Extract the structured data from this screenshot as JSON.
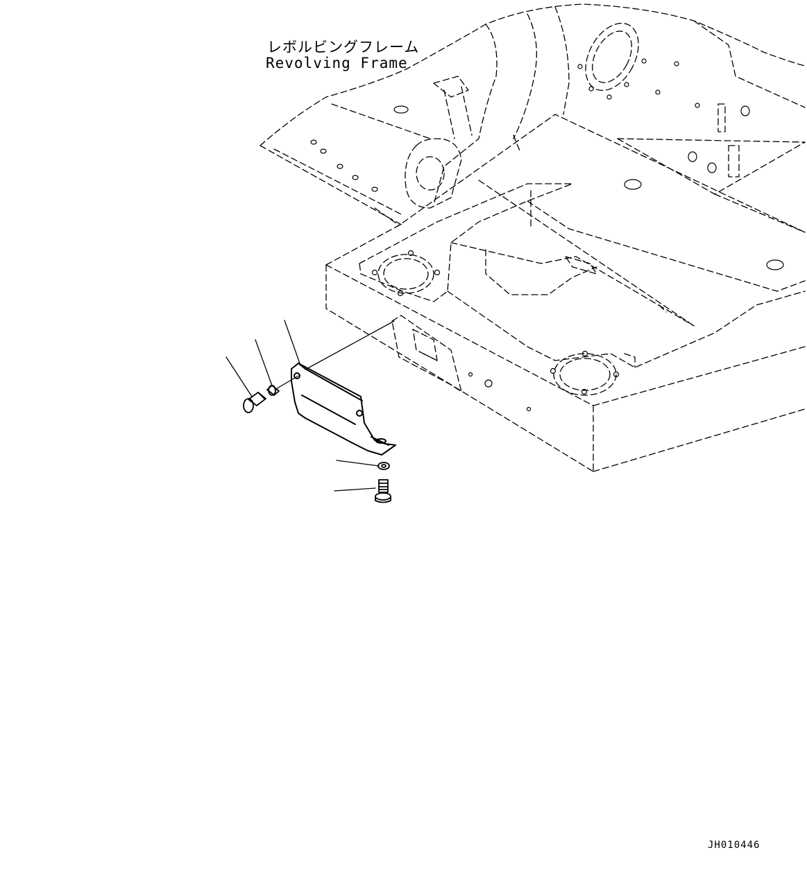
{
  "diagram": {
    "labels": {
      "frame_name_jp": "レボルビングフレーム",
      "frame_name_en": "Revolving Frame"
    },
    "drawing_id": "JH010446",
    "parts": [
      {
        "name": "cover-plate",
        "description": "bent guard plate"
      },
      {
        "name": "bolt-side",
        "description": "mounting bolt (side)"
      },
      {
        "name": "washer-side",
        "description": "washer (side)"
      },
      {
        "name": "washer-bottom",
        "description": "washer (bottom)"
      },
      {
        "name": "bolt-bottom",
        "description": "mounting bolt (bottom)"
      }
    ]
  }
}
